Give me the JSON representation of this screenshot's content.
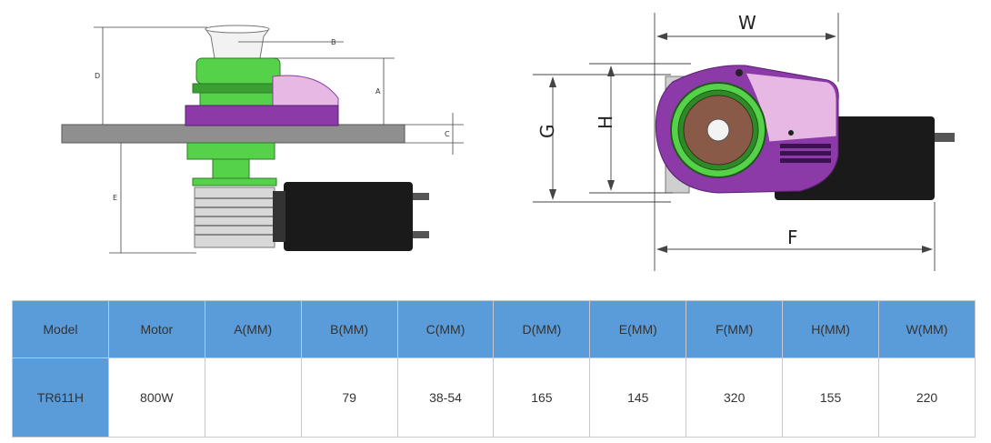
{
  "diagram": {
    "side_labels": {
      "A": "A",
      "B": "B",
      "C": "C",
      "D": "D",
      "E": "E"
    },
    "top_labels": {
      "W": "W",
      "H": "H",
      "G": "G",
      "F": "F"
    }
  },
  "table": {
    "headers": [
      "Model",
      "Motor",
      "A(MM)",
      "B(MM)",
      "C(MM)",
      "D(MM)",
      "E(MM)",
      "F(MM)",
      "H(MM)",
      "W(MM)"
    ],
    "rows": [
      [
        "TR611H",
        "800W",
        "",
        "79",
        "38-54",
        "165",
        "145",
        "320",
        "155",
        "220"
      ]
    ]
  },
  "colors": {
    "header_bg": "#5a9bd9",
    "winch_green": "#56d24a",
    "winch_purple": "#8b3aa8",
    "winch_pink": "#e8b8e4",
    "motor_black": "#1a1a1a",
    "deck_gray": "#8f8f8f"
  }
}
